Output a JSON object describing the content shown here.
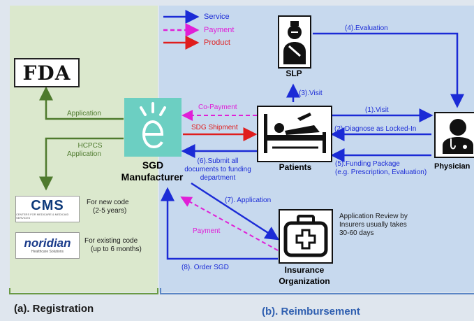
{
  "legend": {
    "service": "Service",
    "payment": "Payment",
    "product": "Product"
  },
  "logos": {
    "fda": "FDA",
    "cms": "CMS",
    "cms_subtitle": "CENTERS FOR MEDICARE & MEDICAID SERVICES",
    "noridian": "noridian",
    "noridian_subtitle": "Healthcare Solutions"
  },
  "manufacturer": {
    "line1": "SGD",
    "line2": "Manufacturer"
  },
  "nodes": {
    "slp": "SLP",
    "patients": "Patients",
    "physician": "Physician",
    "insurance_line1": "Insurance",
    "insurance_line2": "Organization"
  },
  "registration": {
    "application": "Application",
    "hcpcs_line1": "HCPCS",
    "hcpcs_line2": "Application",
    "cms_note_line1": "For new code",
    "cms_note_line2": "(2-5 years)",
    "noridian_note_line1": "For existing code",
    "noridian_note_line2": "(up to 6 months)"
  },
  "edges": {
    "co_payment": "Co-Payment",
    "sdg_shipment": "SDG Shipment",
    "submit_line1": "(6).Submit all",
    "submit_line2": "documents to funding",
    "submit_line3": "department",
    "visit1": "(1).Visit",
    "diagnose": "(2).Diagnose as Locked-In",
    "visit3": "(3).Visit",
    "evaluation": "(4).Evaluation",
    "funding_line1": "(5).Funding Package",
    "funding_line2": "(e.g. Prescription, Evaluation)",
    "application7": "(7). Application",
    "payment": "Payment",
    "order_sgd": "(8). Order SGD",
    "review_line1": "Application Review by",
    "review_line2": "Insurers usually takes",
    "review_line3": "30-60 days"
  },
  "sections": {
    "registration": "(a). Registration",
    "reimbursement": "(b). Reimbursement"
  },
  "colors": {
    "service": "#1b2bd6",
    "payment": "#e01fd7",
    "product": "#e01d1d",
    "registration": "#4e7a2d",
    "manufacturer_logo": "#6ccfc2"
  }
}
